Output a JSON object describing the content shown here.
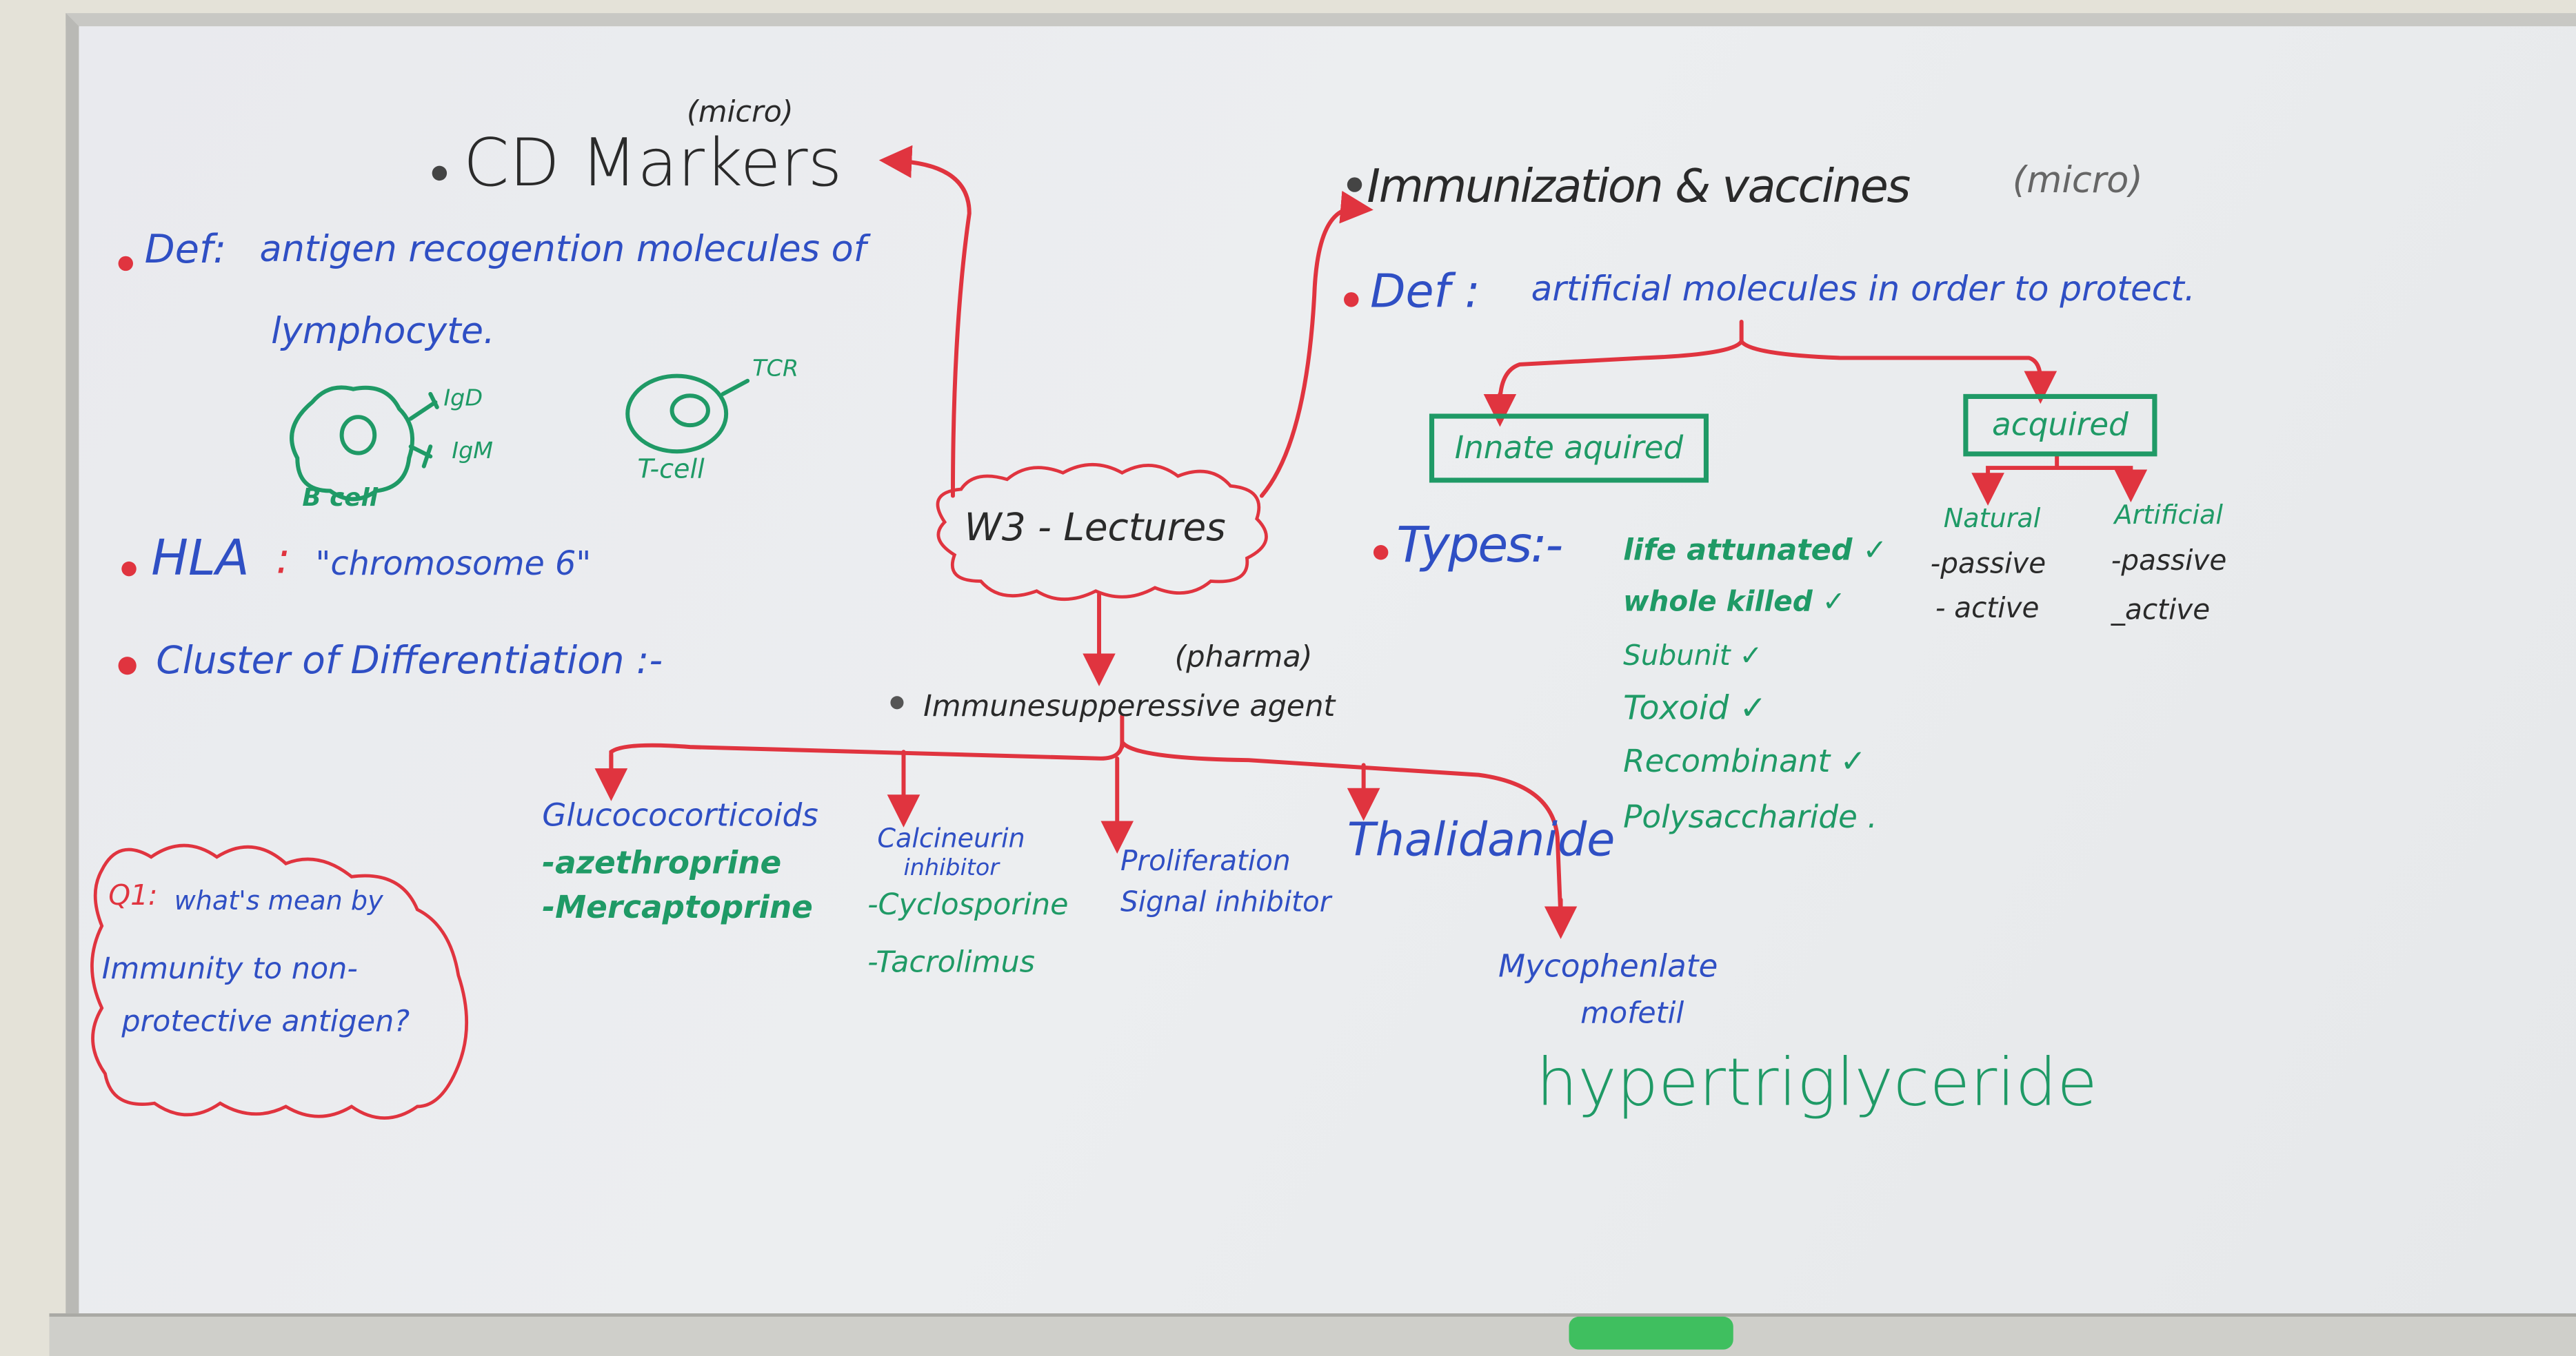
{
  "center": {
    "title": "W3 - Lectures"
  },
  "cd_markers": {
    "tag": "(micro)",
    "title": "CD Markers",
    "def_label": "Def:",
    "def_text": "antigen recogention molecules of",
    "def_text_2": "lymphocyte.",
    "b_cell": {
      "label": "B cell",
      "receptors": [
        "IgD",
        "IgM"
      ]
    },
    "t_cell": {
      "label": "T-cell",
      "receptor": "TCR"
    },
    "hla_label": "HLA",
    "hla_text": "\"chromosome 6\"",
    "cluster_text": "Cluster of Differentiation :-"
  },
  "question": {
    "label": "Q1:",
    "lines": [
      "what's mean by",
      "Immunity to non-",
      "protective antigen?"
    ]
  },
  "immunosuppressive": {
    "tag": "(pharma)",
    "title": "Immunesupperessive agent",
    "branches": [
      {
        "title": [
          "Glucococorticoids"
        ],
        "drugs": [
          "-azethroprine",
          "-Mercaptoprine"
        ]
      },
      {
        "title": [
          "Calcineurin",
          "inhibitor"
        ],
        "drugs": [
          "-Cyclosporine",
          "-Tacrolimus"
        ]
      },
      {
        "title": [
          "Proliferation",
          "Signal inhibitor"
        ],
        "drugs": []
      },
      {
        "title": [
          "Thalidanide"
        ],
        "drugs": []
      },
      {
        "title": [
          "Mycophenlate",
          "mofetil"
        ],
        "drugs": [
          "hypertriglyceride"
        ]
      }
    ]
  },
  "immunization": {
    "title": "Immunization & vaccines",
    "tag": "(micro)",
    "def_label": "Def :",
    "def_text": "artificial molecules in order to protect.",
    "innate_box": "Innate aquired",
    "acquired_box": "acquired",
    "natural": {
      "label": "Natural",
      "items": [
        "-passive",
        "- active"
      ]
    },
    "artificial": {
      "label": "Artificial",
      "items": [
        "-passive",
        "_active"
      ]
    },
    "types_label": "Types:-",
    "types": [
      "life attunated ✓",
      "whole killed ✓",
      "Subunit ✓",
      "Toxoid ✓",
      "Recombinant ✓",
      "Polysaccharide ."
    ]
  },
  "colors": {
    "red": "#e0343f",
    "blue": "#2f4fc4",
    "green": "#1f9a66",
    "black": "#2a2a2a"
  }
}
